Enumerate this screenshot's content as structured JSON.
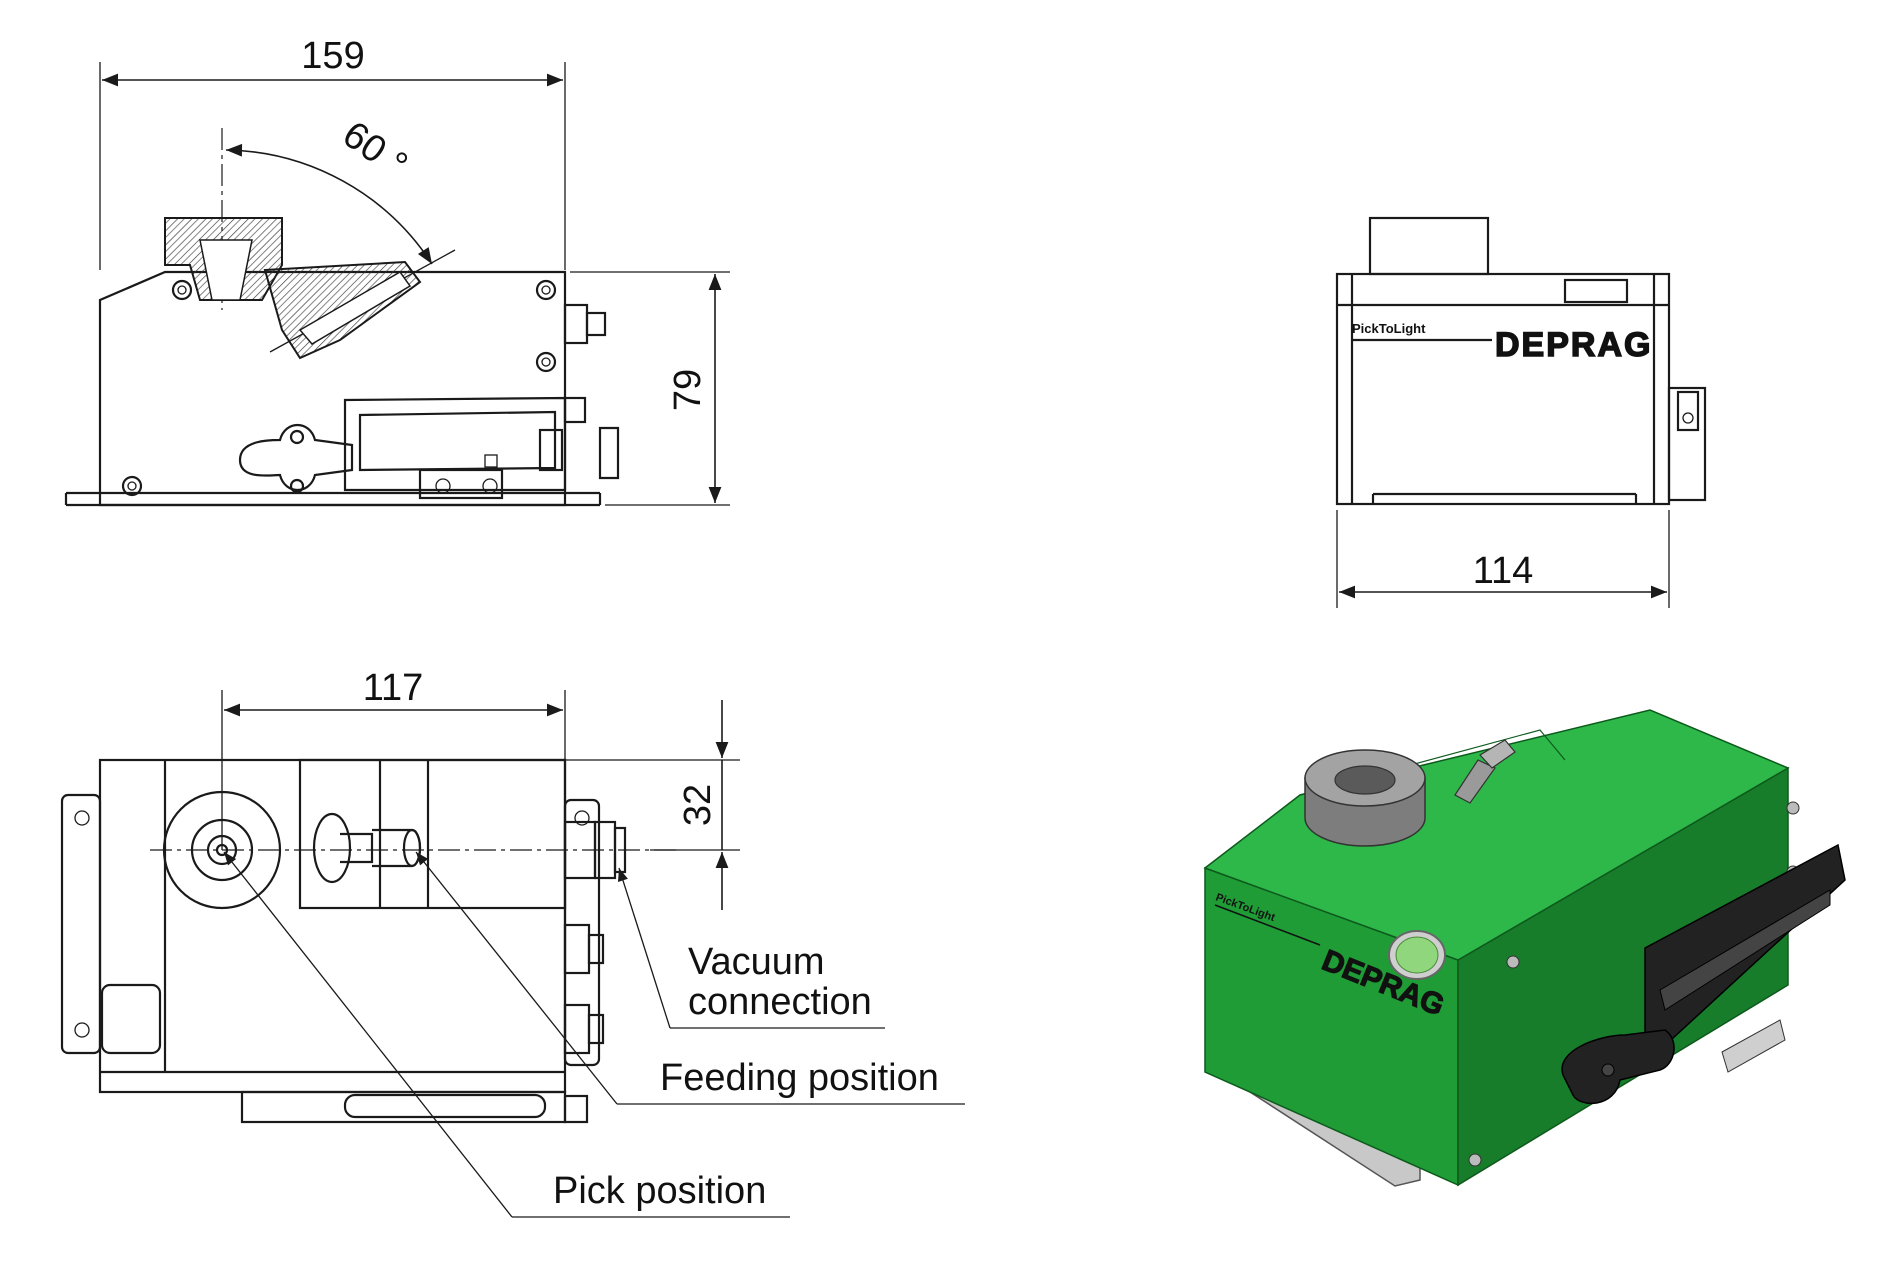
{
  "side_view": {
    "width_dim": "159",
    "angle_dim": "60 °",
    "height_dim": "79"
  },
  "front_view": {
    "width_dim": "114",
    "brand_small": "PickToLight",
    "brand_logo": "DEPRAG"
  },
  "top_view": {
    "offset_dim": "117",
    "depth_dim": "32",
    "callouts": {
      "vacuum_line1": "Vacuum",
      "vacuum_line2": "connection",
      "feeding": "Feeding position",
      "pick": "Pick position"
    }
  },
  "render_3d": {
    "brand_small": "PickToLight",
    "brand_logo": "DEPRAG",
    "colors": {
      "body_top": "#2eb84a",
      "body_front": "#1f9c36",
      "body_side": "#177d2a",
      "metal": "#9a9a9a",
      "sensor": "#222222"
    }
  }
}
